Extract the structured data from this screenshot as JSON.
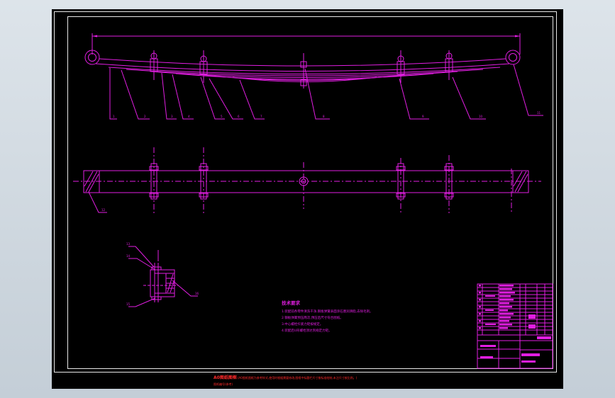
{
  "colors": {
    "background": "#000000",
    "drawing": "#e21ee2",
    "frame": "#e8e8e8",
    "footer_text": "#ff2a2a",
    "outside": "#cfd8e0"
  },
  "drawing": {
    "callout_numbers": [
      "1",
      "2",
      "3",
      "4",
      "5",
      "6",
      "7",
      "8",
      "9",
      "10",
      "11",
      "12"
    ]
  },
  "detail": {
    "callouts": [
      "13",
      "14",
      "15",
      "16"
    ]
  },
  "notes": {
    "title": "技术要求",
    "items": [
      "1.装配前各零件清洗干净,钢板弹簧表面涂石墨润滑脂,去除毛刺。",
      "2.钢板弹簧预压两次,预压后尺寸符合图纸。",
      "3.中心螺栓拧紧力矩按规定。",
      "4.装配后U形螺栓须达到规定力矩。"
    ]
  },
  "footer": {
    "title": "A0图纸图框",
    "text_line1": "(A0图纸图框为参考样式,使用时根据需要修改,图框中标题栏尺寸按标准绘制,未注尺寸按比例。)",
    "text_line2": "图纸编号(参考)"
  }
}
